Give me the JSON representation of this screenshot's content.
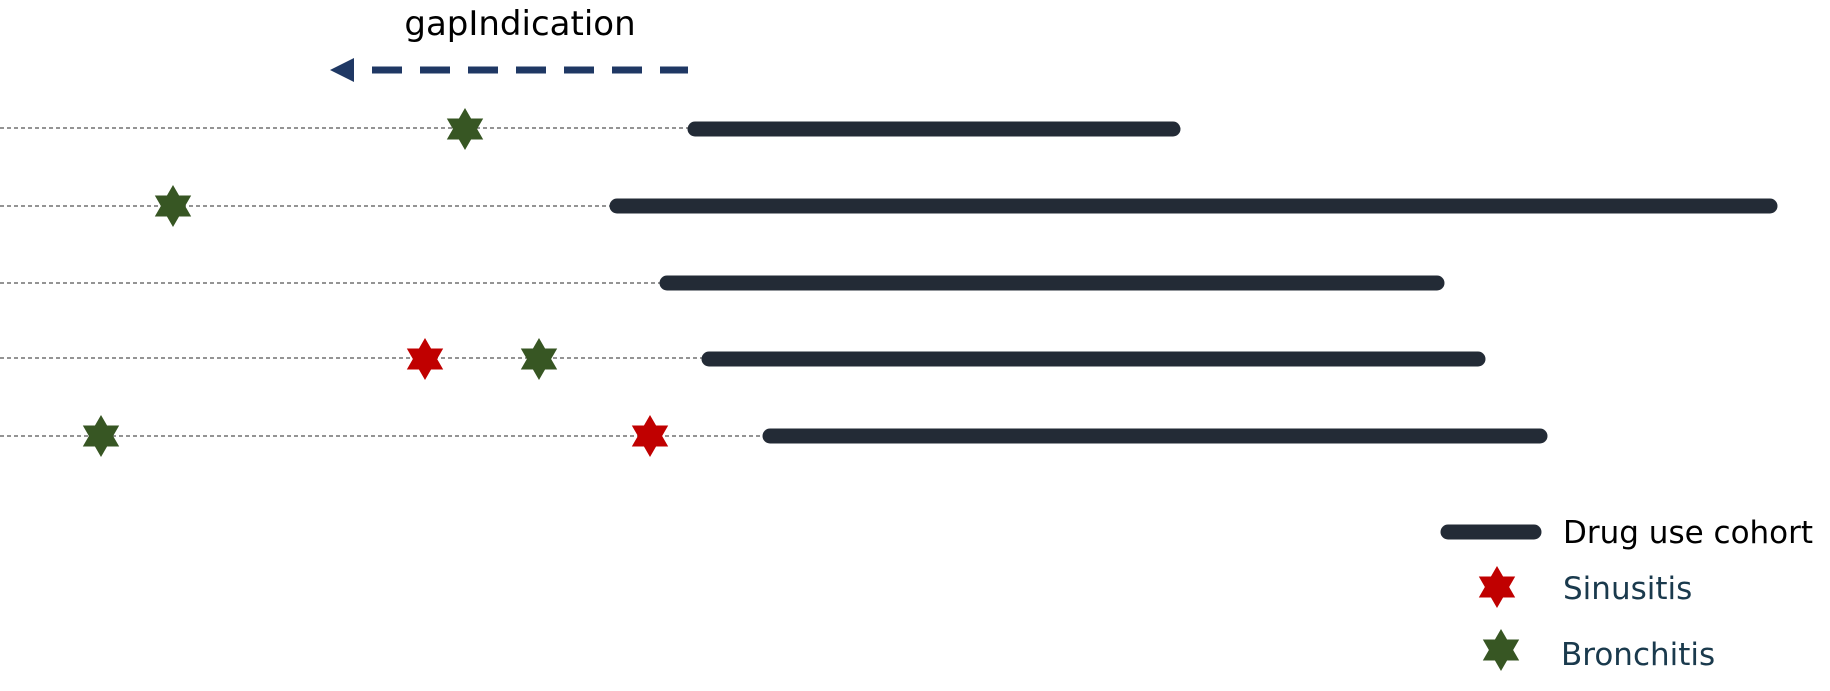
{
  "gap_indication": {
    "label": "gapIndication",
    "arrow_direction": "left",
    "color": "#1f3864"
  },
  "timelines": [
    {
      "events": [
        "Bronchitis"
      ],
      "cohort": "Drug use cohort"
    },
    {
      "events": [
        "Bronchitis"
      ],
      "cohort": "Drug use cohort"
    },
    {
      "events": [],
      "cohort": "Drug use cohort"
    },
    {
      "events": [
        "Sinusitis",
        "Bronchitis"
      ],
      "cohort": "Drug use cohort"
    },
    {
      "events": [
        "Bronchitis",
        "Sinusitis"
      ],
      "cohort": "Drug use cohort"
    }
  ],
  "legend": {
    "items": [
      {
        "label": "Drug use cohort",
        "symbol": "thick-bar",
        "color": "#232b36",
        "text_color": "#000000"
      },
      {
        "label": "Sinusitis",
        "symbol": "star-of-david-icon",
        "color": "#c00000",
        "text_color": "#1a3a4d"
      },
      {
        "label": "Bronchitis",
        "symbol": "star-of-david-icon",
        "color": "#375623",
        "text_color": "#1a3a4d"
      }
    ]
  },
  "colors": {
    "cohort_bar": "#232b36",
    "baseline": "#555555",
    "sinusitis": "#c00000",
    "bronchitis": "#375623"
  }
}
